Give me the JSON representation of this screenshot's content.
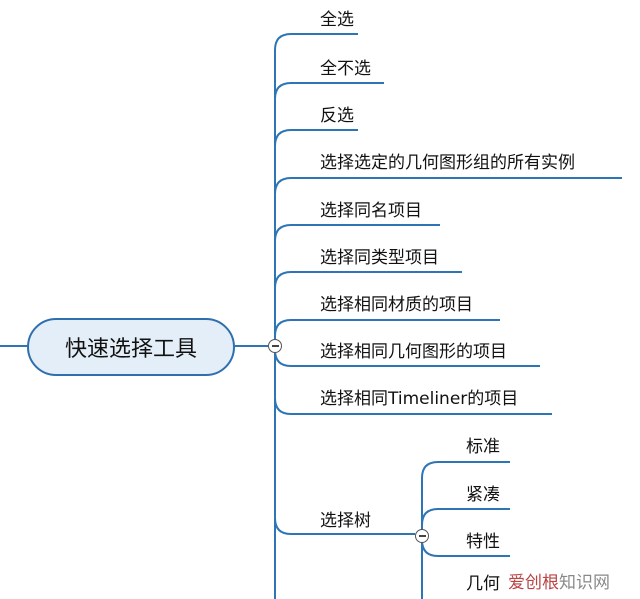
{
  "root": {
    "label": "快速选择工具"
  },
  "branches": [
    {
      "label": "全选"
    },
    {
      "label": "全不选"
    },
    {
      "label": "反选"
    },
    {
      "label": "选择选定的几何图形组的所有实例"
    },
    {
      "label": "选择同名项目"
    },
    {
      "label": "选择同类型项目"
    },
    {
      "label": "选择相同材质的项目"
    },
    {
      "label": "选择相同几何图形的项目"
    },
    {
      "label": "选择相同Timeliner的项目"
    },
    {
      "label": "选择树",
      "children": [
        {
          "label": "标准"
        },
        {
          "label": "紧凑"
        },
        {
          "label": "特性"
        },
        {
          "label": "几何"
        }
      ]
    }
  ],
  "watermark": {
    "part1": "爱创根",
    "part2": "知识网"
  },
  "colors": {
    "line": "#2e75b6",
    "root_fill": "#e3eef8",
    "root_border": "#2f6fad"
  }
}
